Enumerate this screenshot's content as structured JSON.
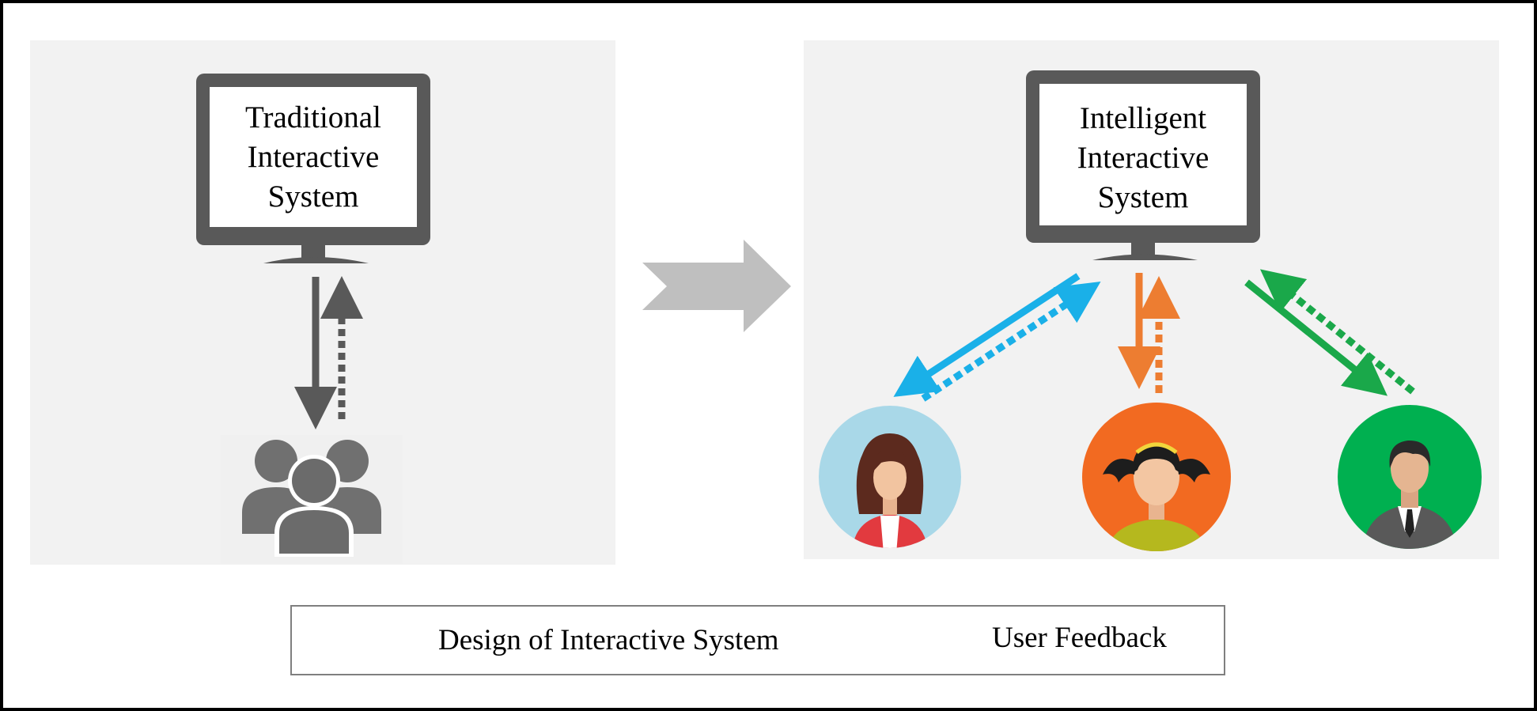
{
  "traditional_panel": {
    "screen_lines": [
      "Traditional",
      "Interactive",
      "System"
    ]
  },
  "intelligent_panel": {
    "screen_lines": [
      "Intelligent",
      "Interactive",
      "System"
    ]
  },
  "legend": {
    "solid_label": "Design of Interactive System",
    "dotted_label": "User Feedback"
  },
  "colors": {
    "panel_bg": "#f2f2f2",
    "monitor": "#595959",
    "transition_arrow": "#bfbfbf",
    "user_1_arrow": "#1ab0e8",
    "user_2_arrow": "#ed7d31",
    "user_3_arrow": "#1aa84a",
    "user_1_circle": "#a9d8e8",
    "user_2_circle": "#f26a21",
    "user_3_circle": "#00b050"
  },
  "icons": {
    "group": "user-group-icon",
    "user_1": "woman-avatar-icon",
    "user_2": "girl-avatar-icon",
    "user_3": "businessman-avatar-icon"
  }
}
